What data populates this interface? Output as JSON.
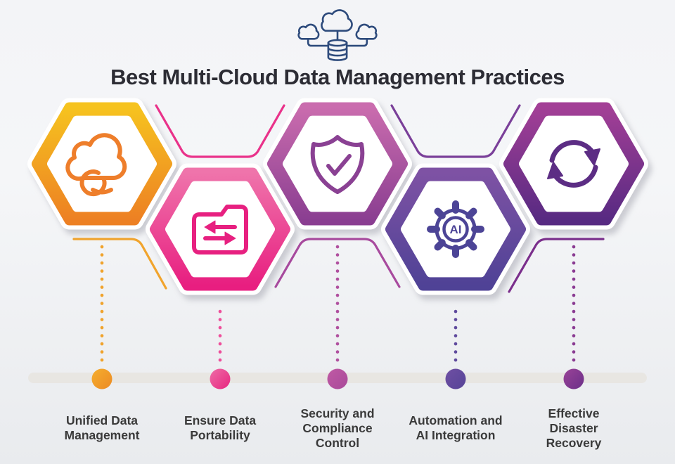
{
  "header": {
    "icon_name": "multi-cloud-database-icon",
    "icon_color": "#2e4b7c",
    "title": "Best Multi-Cloud Data Management Practices",
    "title_color": "#2c2c34"
  },
  "background": {
    "top": "#f3f4f7",
    "bottom": "#e9ebee"
  },
  "timeline": {
    "bar_color": "#e8e6e2"
  },
  "label_color": "#3a3a3a",
  "items": [
    {
      "id": "unified-data-management",
      "label": "Unified Data\nManagement",
      "icon": "cloud-sync-icon",
      "row": "upper",
      "hex_top": "#f6c31f",
      "hex_bottom": "#ed8023",
      "icon_color": "#ee7e2b",
      "accent_color": "#f1a42d",
      "dot_color": "#f0a32c",
      "marker_top": "#f5ae2e",
      "marker_bottom": "#ec8a24"
    },
    {
      "id": "ensure-data-portability",
      "label": "Ensure Data\nPortability",
      "icon": "folder-transfer-icon",
      "row": "lower",
      "hex_top": "#ef74ab",
      "hex_bottom": "#e81e80",
      "icon_color": "#e72080",
      "accent_color": "#e9328a",
      "dot_color": "#ee4f9b",
      "marker_top": "#ee6ca7",
      "marker_bottom": "#e7267f"
    },
    {
      "id": "security-and-compliance-control",
      "label": "Security and\nCompliance\nControl",
      "icon": "shield-check-icon",
      "row": "upper",
      "hex_top": "#ca6cae",
      "hex_bottom": "#8a3e91",
      "icon_color": "#8a4193",
      "accent_color": "#a84a9e",
      "dot_color": "#b0509f",
      "marker_top": "#c05aa4",
      "marker_bottom": "#a8499a"
    },
    {
      "id": "automation-and-ai-integration",
      "label": "Automation and\nAI Integration",
      "icon": "ai-gear-icon",
      "icon_text": "AI",
      "row": "lower",
      "hex_top": "#7e52a4",
      "hex_bottom": "#4f4296",
      "icon_color": "#4c4496",
      "accent_color": "#7a3f99",
      "dot_color": "#5f4a9d",
      "marker_top": "#6f4fa3",
      "marker_bottom": "#564497"
    },
    {
      "id": "effective-disaster-recovery",
      "label": "Effective\nDisaster\nRecovery",
      "icon": "sync-arrows-icon",
      "row": "upper",
      "hex_top": "#a33f96",
      "hex_bottom": "#572a82",
      "icon_color": "#5c2d84",
      "accent_color": "#7b2f8c",
      "dot_color": "#8a3b92",
      "marker_top": "#9a4398",
      "marker_bottom": "#6b2f88"
    }
  ]
}
